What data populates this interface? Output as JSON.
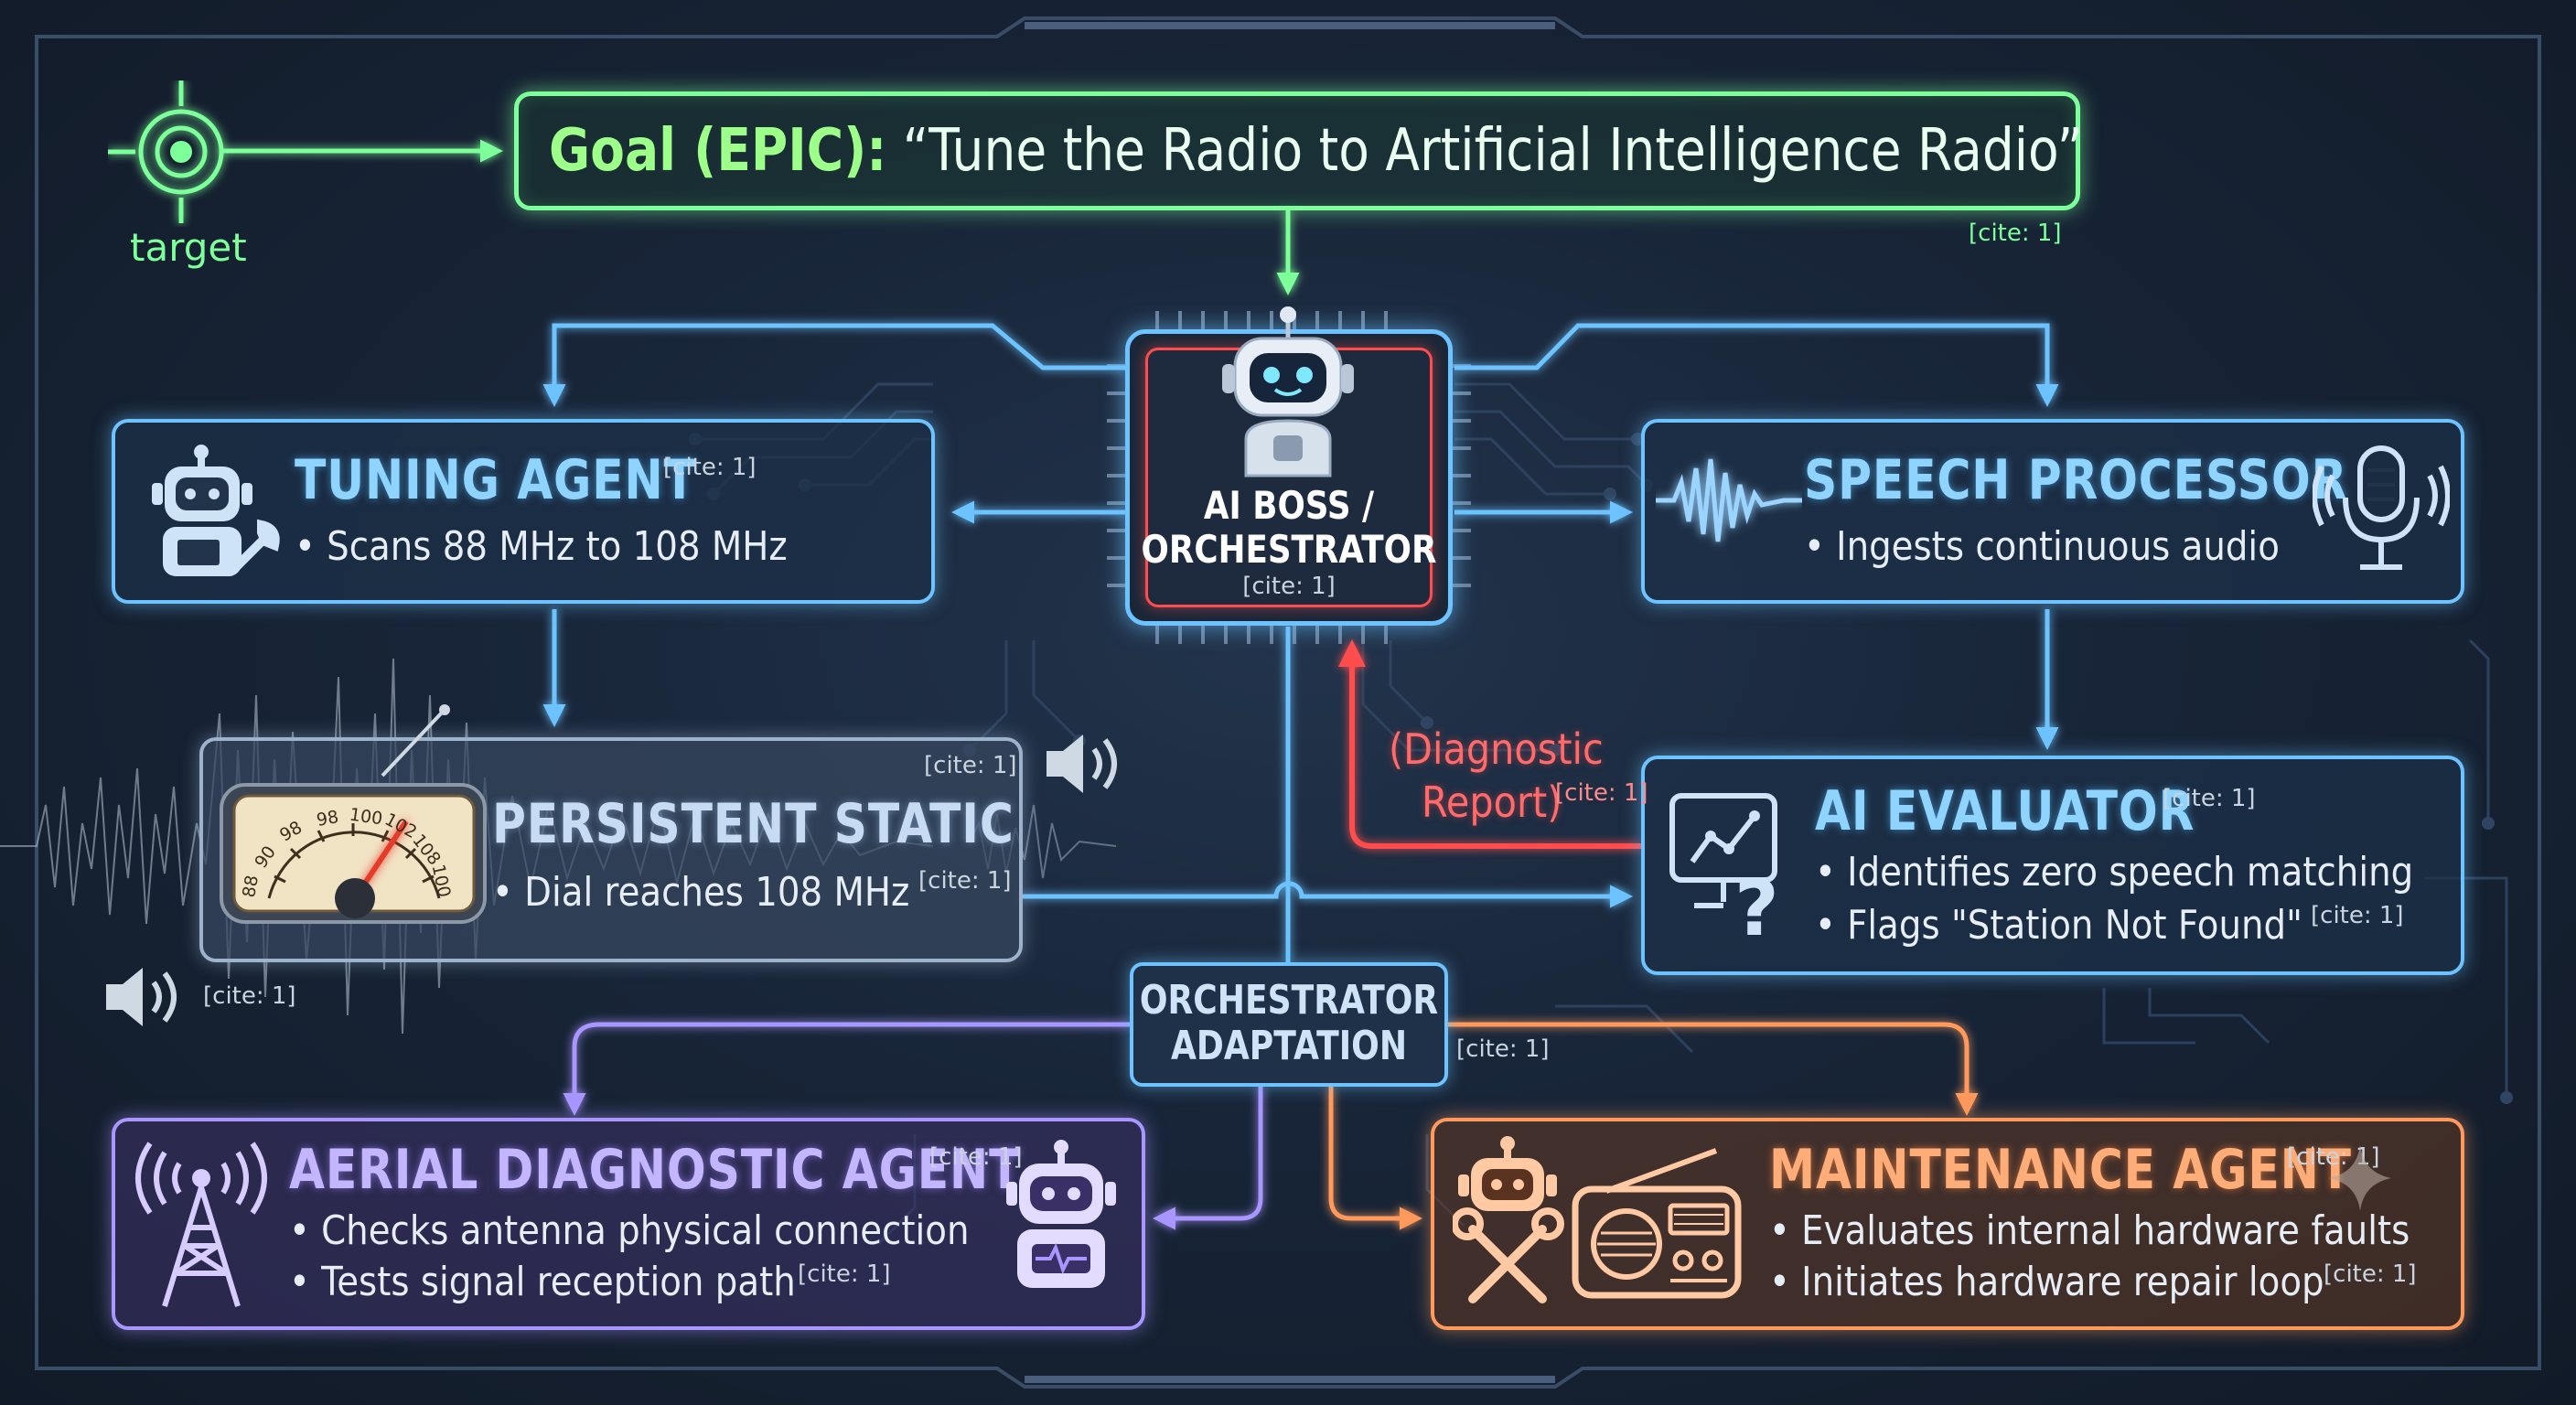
{
  "goal": {
    "prefix": "Goal (EPIC):",
    "text": "“Tune the Radio to Artificial Intelligence Radio”",
    "cite": "[cite: 1]"
  },
  "target_label": "target",
  "orchestrator": {
    "line1": "AI BOSS /",
    "line2": "ORCHESTRATOR",
    "cite": "[cite: 1]"
  },
  "tuning_agent": {
    "title": "TUNING AGENT",
    "cite": "[cite: 1]",
    "bullets": [
      "• Scans 88 MHz to 108 MHz"
    ]
  },
  "speech_processor": {
    "title": "SPEECH PROCESSOR",
    "bullets": [
      "• Ingests continuous audio"
    ]
  },
  "persistent_static": {
    "title": "PERSISTENT STATIC",
    "cite_top": "[cite: 1]",
    "bullet": "• Dial reaches 108 MHz",
    "bullet_cite": "[cite: 1]",
    "dial_numbers": [
      "88",
      "90",
      "98",
      "98",
      "100",
      "102",
      "108",
      "100"
    ]
  },
  "speaker_cite": "[cite: 1]",
  "ai_evaluator": {
    "title": "AI EVALUATOR",
    "cite": "[cite: 1]",
    "bullets": [
      "• Identifies zero speech matching",
      "• Flags \"Station Not Found\""
    ],
    "bullet2_cite": "[cite: 1]"
  },
  "diagnostic_report": {
    "line1": "(Diagnostic",
    "line2": "Report)",
    "cite": "[cite: 1]"
  },
  "adaptation": {
    "line1": "ORCHESTRATOR",
    "line2": "ADAPTATION",
    "cite": "[cite: 1]"
  },
  "aerial_agent": {
    "title": "AERIAL DIAGNOSTIC AGENT",
    "cite": "[cite: 1]",
    "bullets": [
      "• Checks antenna physical connection",
      "• Tests signal reception path"
    ],
    "bullet2_cite": "[cite: 1]"
  },
  "maintenance_agent": {
    "title": "MAINTENANCE AGENT",
    "cite": "[cite: 1]",
    "bullets": [
      "• Evaluates internal hardware faults",
      "• Initiates hardware repair loop"
    ],
    "bullet2_cite": "[cite: 1]"
  },
  "colors": {
    "green": "#7dff9a",
    "cyan": "#6cc3ff",
    "red": "#ff4d4d",
    "purple": "#a996ff",
    "orange": "#ff9a5c"
  }
}
